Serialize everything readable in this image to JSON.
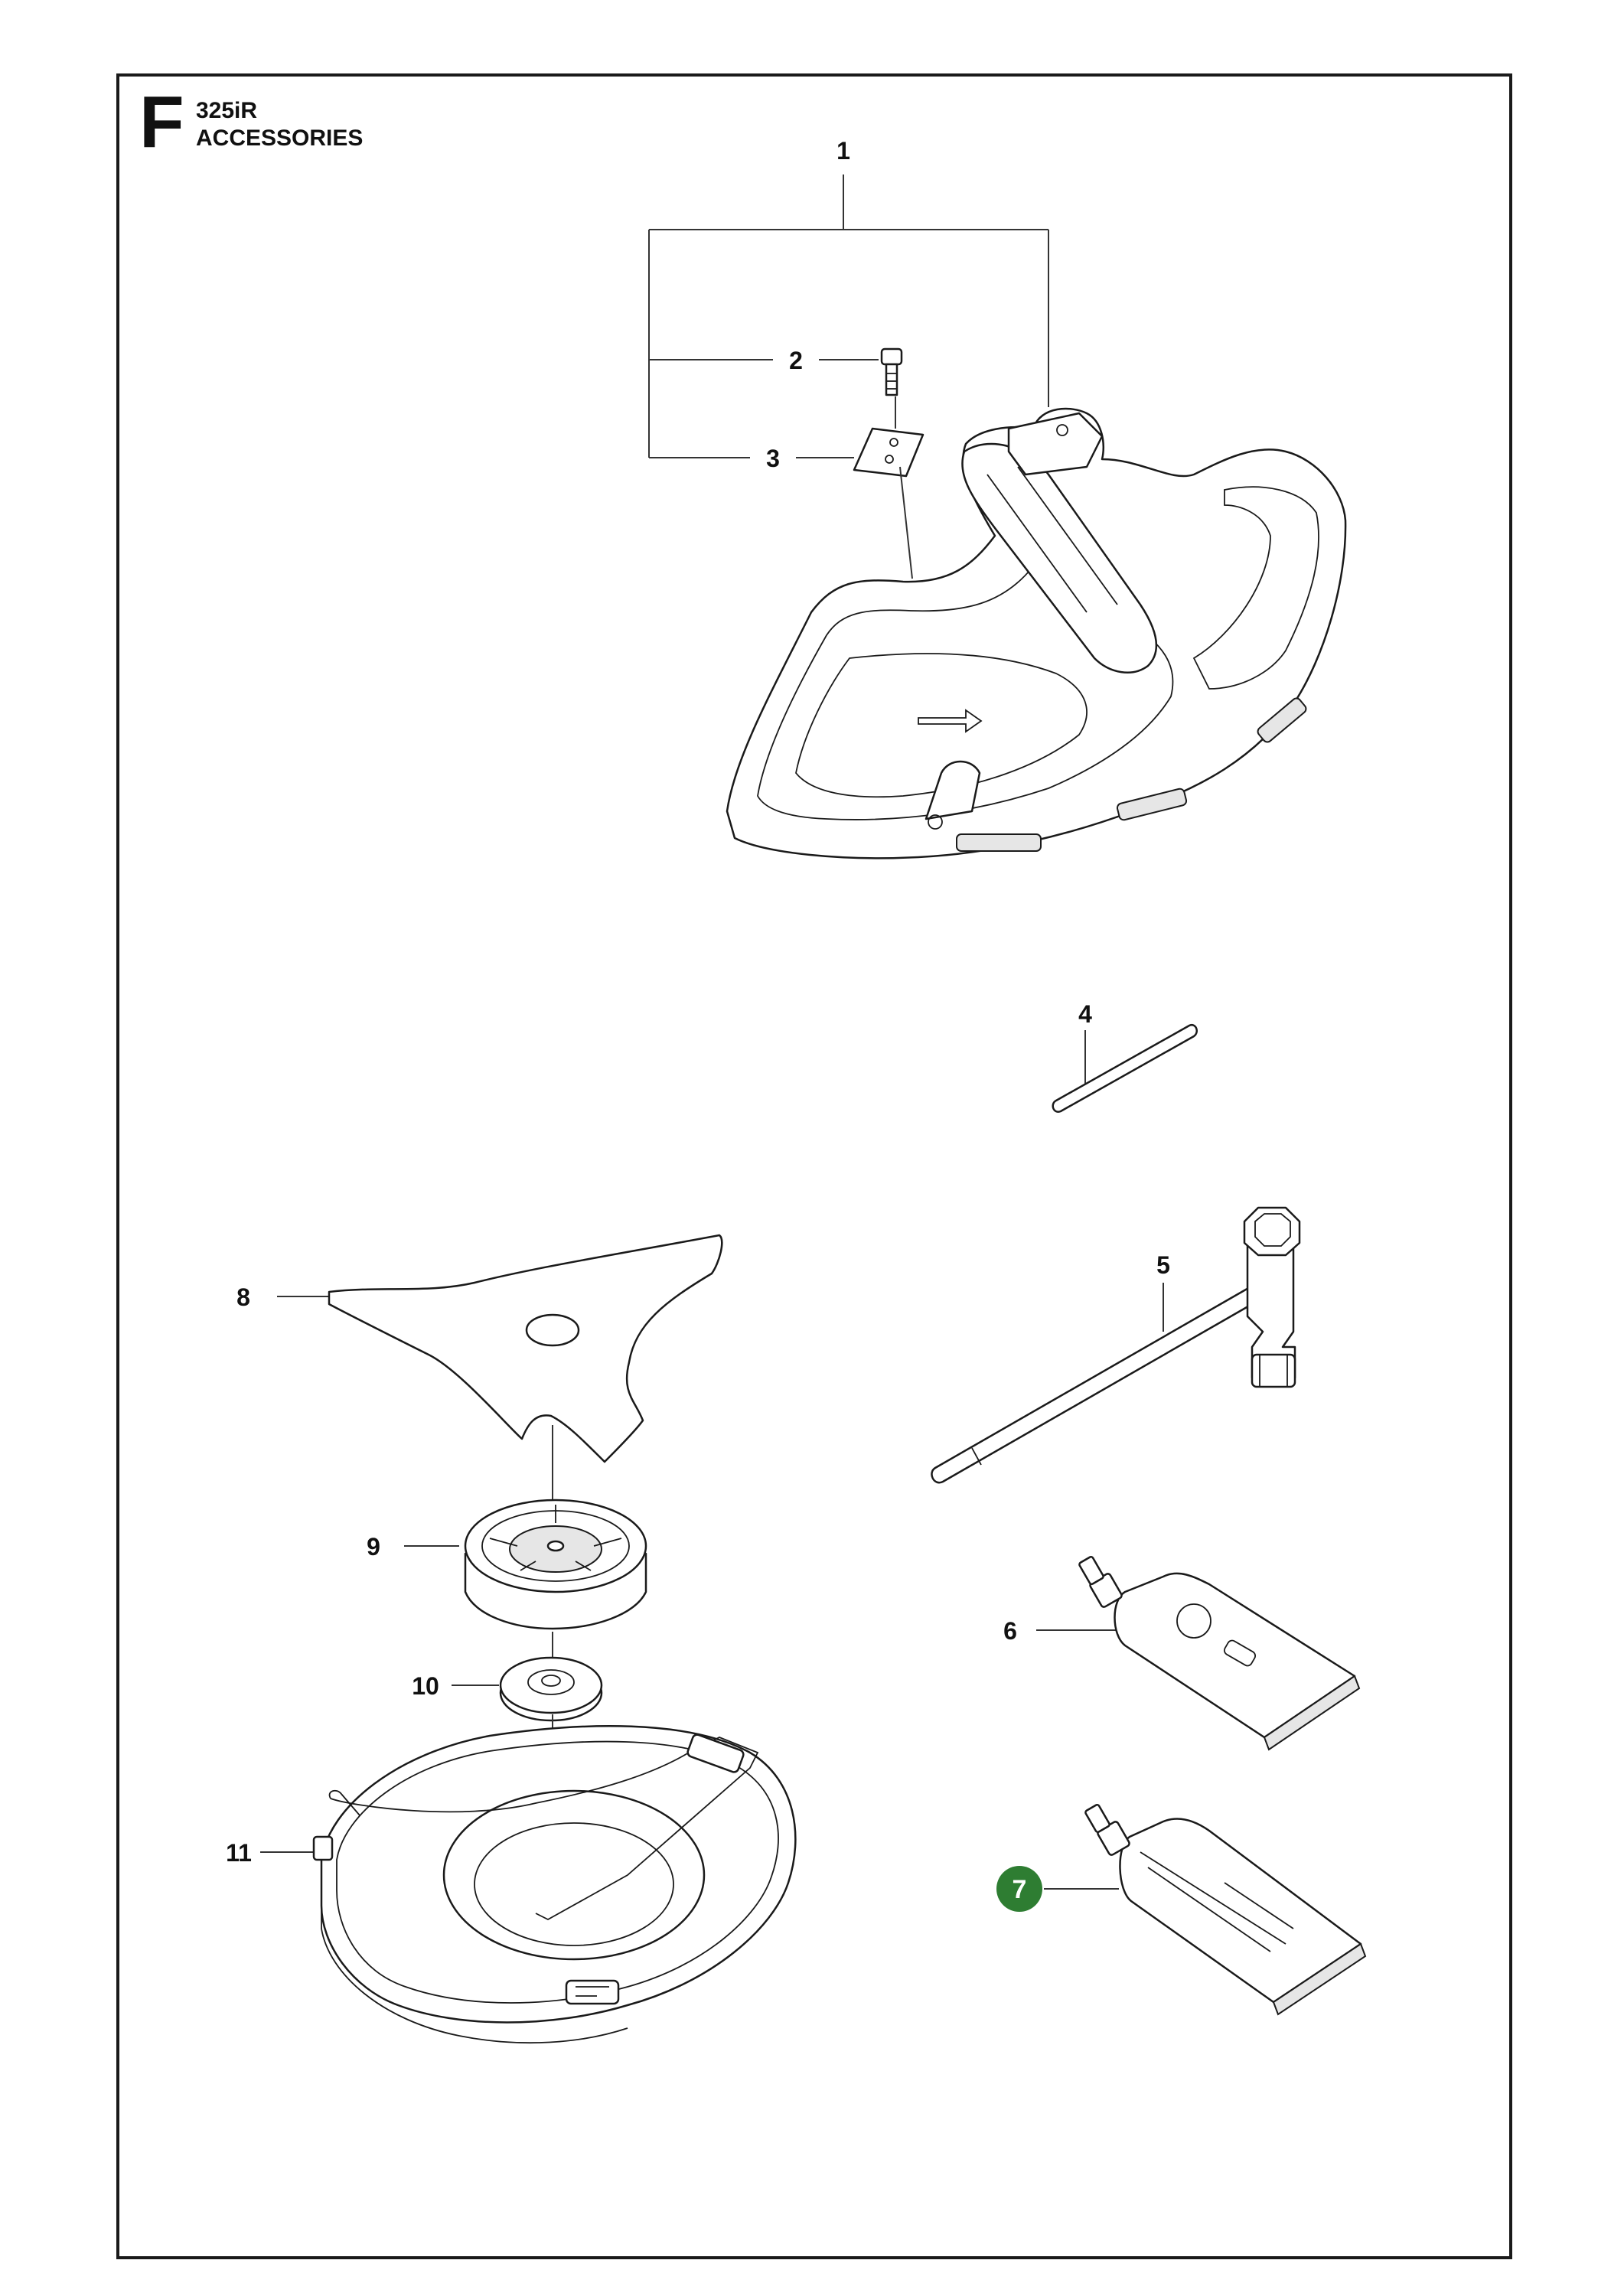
{
  "header": {
    "section": "F",
    "model": "325iR",
    "title": "ACCESSORIES"
  },
  "callouts": [
    {
      "id": "1",
      "label": "1",
      "part": "guard-assembly"
    },
    {
      "id": "2",
      "label": "2",
      "part": "screw"
    },
    {
      "id": "3",
      "label": "3",
      "part": "plate"
    },
    {
      "id": "4",
      "label": "4",
      "part": "locking-pin"
    },
    {
      "id": "5",
      "label": "5",
      "part": "combination-spanner"
    },
    {
      "id": "6",
      "label": "6",
      "part": "grease-tube"
    },
    {
      "id": "7",
      "label": "7",
      "part": "grease-tube",
      "highlighted": true
    },
    {
      "id": "8",
      "label": "8",
      "part": "three-tooth-blade"
    },
    {
      "id": "9",
      "label": "9",
      "part": "support-cup"
    },
    {
      "id": "10",
      "label": "10",
      "part": "washer"
    },
    {
      "id": "11",
      "label": "11",
      "part": "transport-guard"
    }
  ],
  "colors": {
    "highlight": "#2e7d32",
    "line": "#1a1a1a"
  }
}
